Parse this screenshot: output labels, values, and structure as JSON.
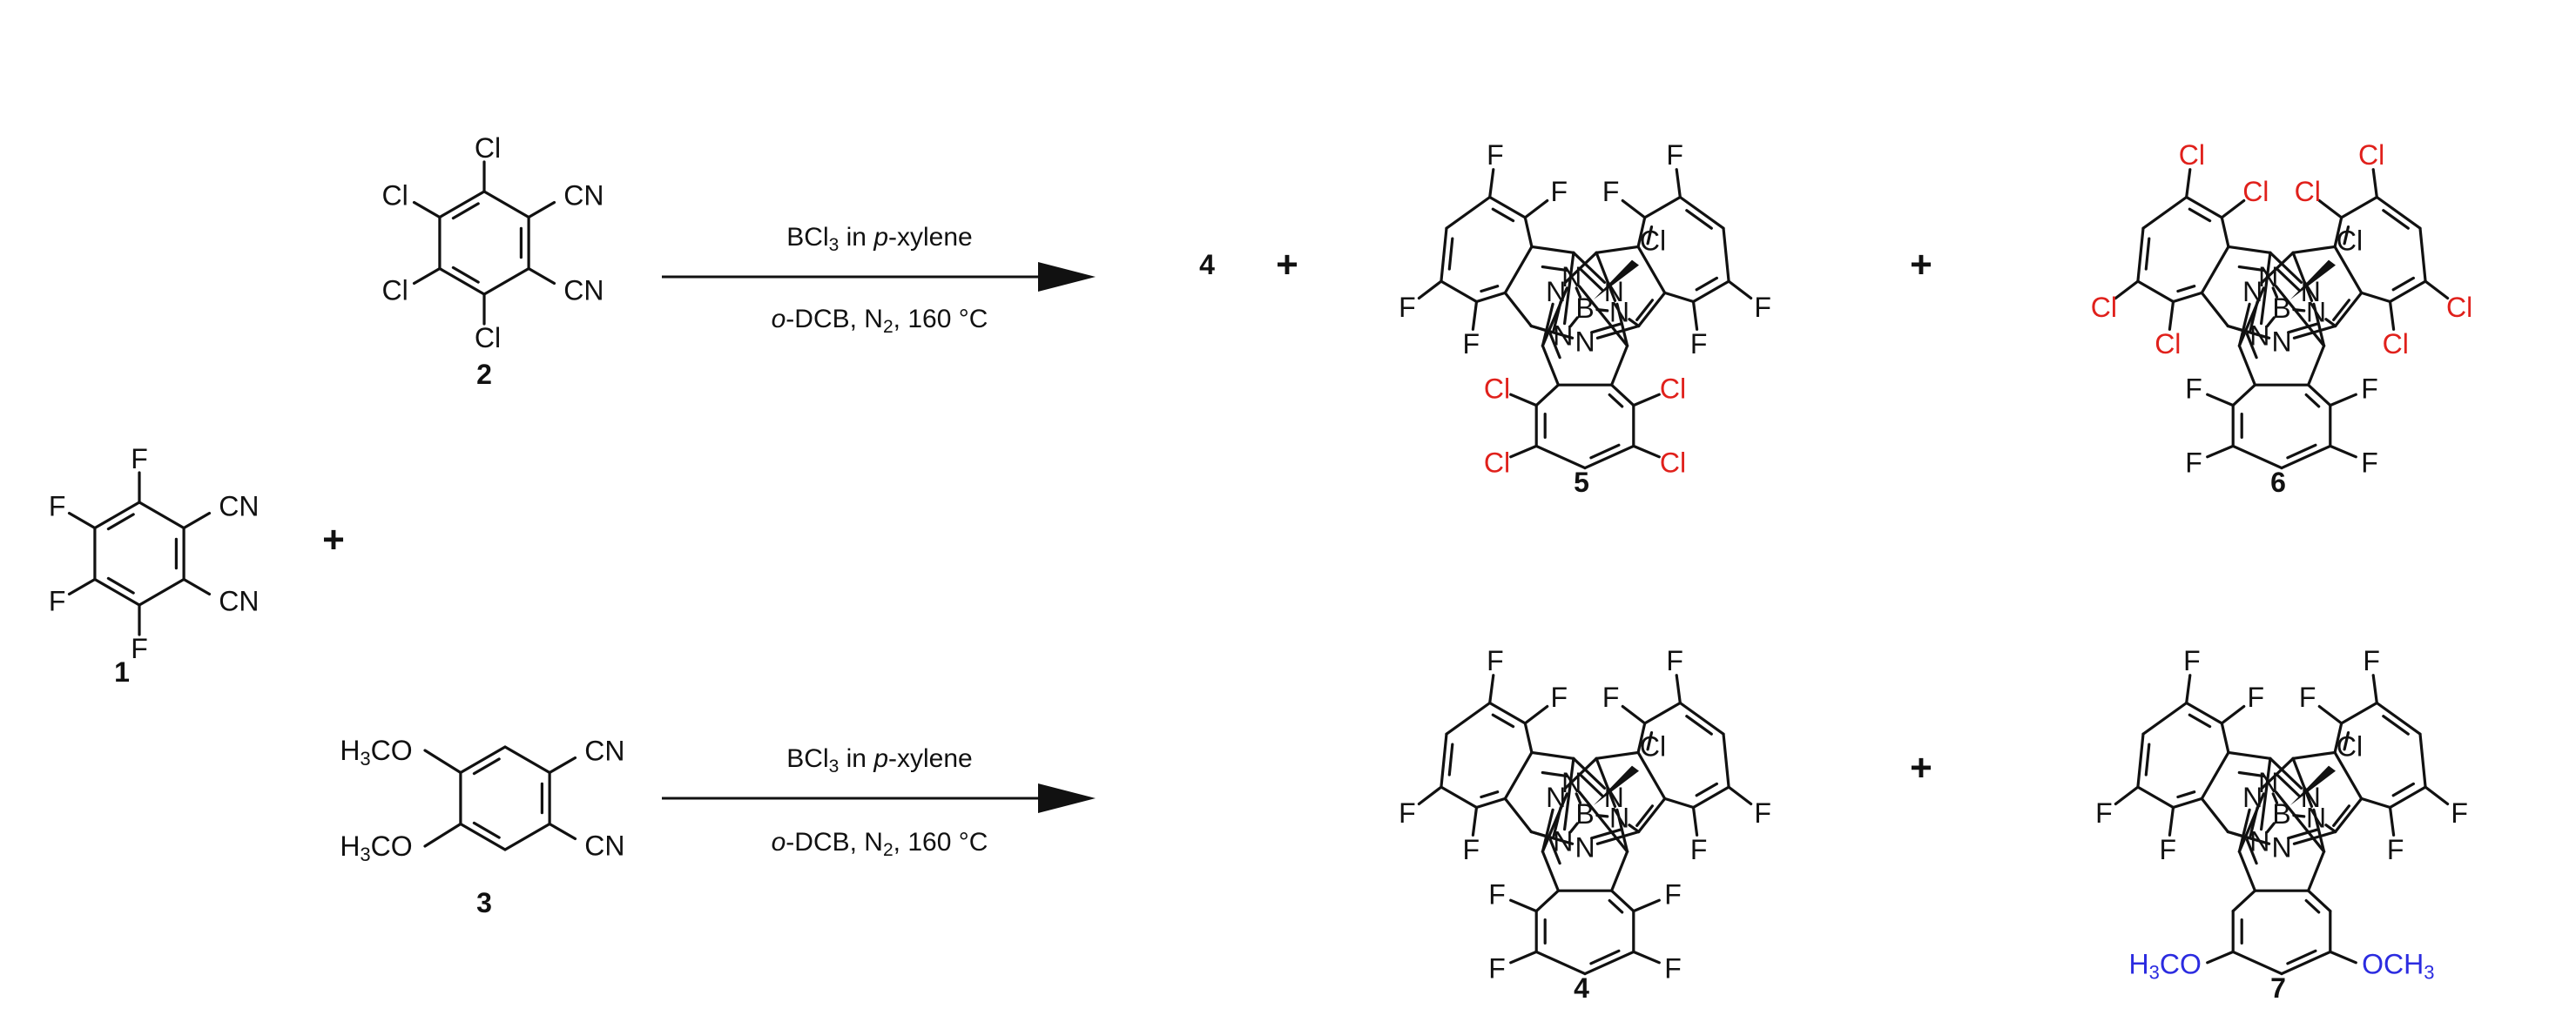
{
  "colors": {
    "black": "#111111",
    "chlorine": "#e0201b",
    "methoxy": "#2b2be0"
  },
  "labels": {
    "cn": "CN",
    "f": "F",
    "cl": "Cl",
    "n": "N",
    "b": "B",
    "h3co": "H3CO",
    "och3": "OCH3",
    "h": "H",
    "three": "3",
    "c": "C",
    "o": "O"
  },
  "compound_numbers": [
    "1",
    "2",
    "3",
    "4",
    "5",
    "6",
    "7"
  ],
  "reactions": [
    {
      "reagent_prefix": "BCl",
      "reagent_sub": "3",
      "reagent_middle": " in ",
      "reagent_italic": "p",
      "reagent_suffix": "-xylene",
      "cond_italic": "o",
      "cond_middle": "-DCB, N",
      "cond_sub": "2",
      "cond_suffix": ", 160 °C"
    },
    {
      "reagent_prefix": "BCl",
      "reagent_sub": "3",
      "reagent_middle": " in ",
      "reagent_italic": "p",
      "reagent_suffix": "-xylene",
      "cond_italic": "o",
      "cond_middle": "-DCB, N",
      "cond_sub": "2",
      "cond_suffix": ", 160 °C"
    }
  ],
  "operators": {
    "plus": "+"
  }
}
